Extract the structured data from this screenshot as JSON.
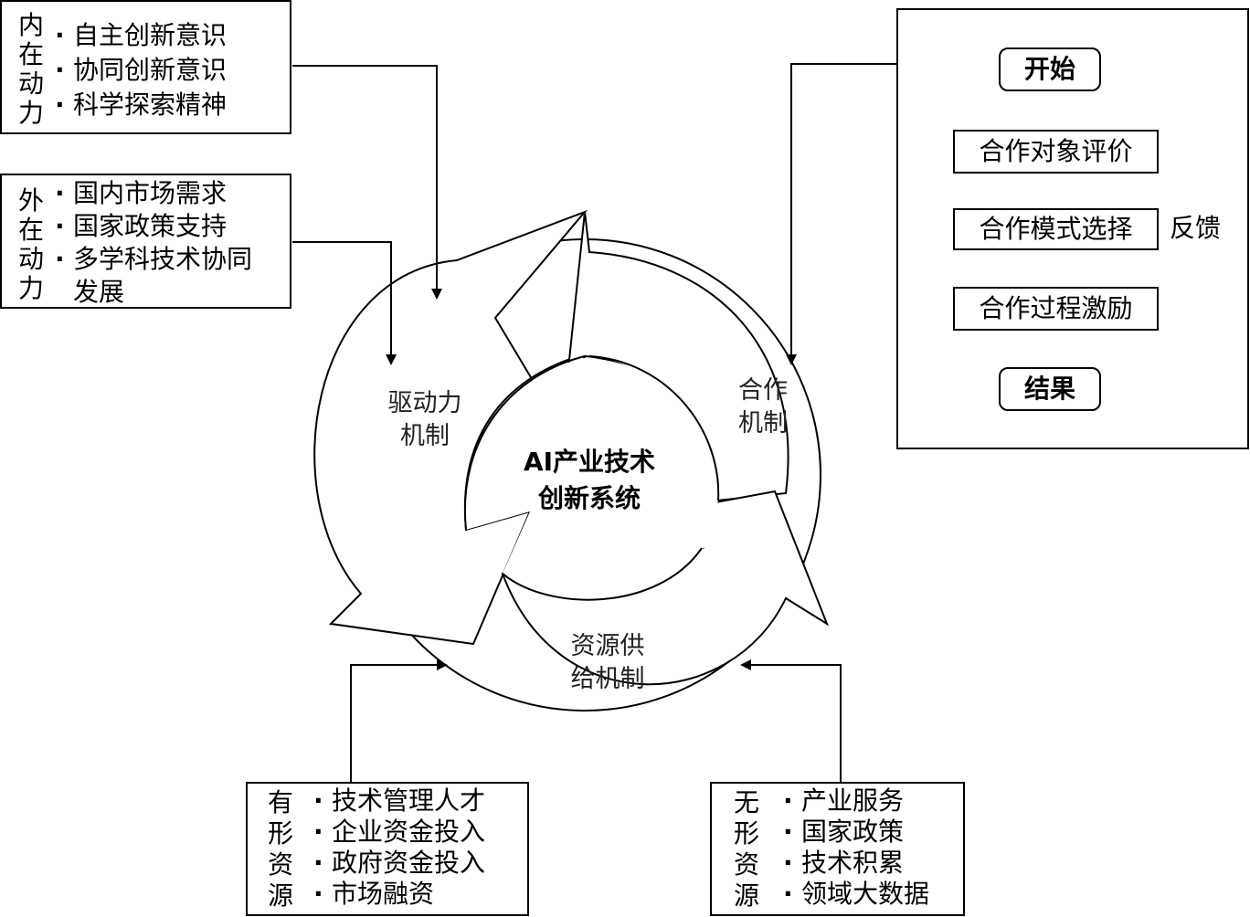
{
  "internal": {
    "label": [
      "内",
      "在",
      "动",
      "力"
    ],
    "items": [
      "自主创新意识",
      "协同创新意识",
      "科学探索精神"
    ]
  },
  "external": {
    "label": [
      "外",
      "在",
      "动",
      "力"
    ],
    "items": [
      "国内市场需求",
      "国家政策支持",
      "多学科技术协同",
      "发展"
    ]
  },
  "tangible": {
    "label": [
      "有",
      "形",
      "资",
      "源"
    ],
    "items": [
      "技术管理人才",
      "企业资金投入",
      "政府资金投入",
      "市场融资"
    ]
  },
  "intangible": {
    "label": [
      "无",
      "形",
      "资",
      "源"
    ],
    "items": [
      "产业服务",
      "国家政策",
      "技术积累",
      "领域大数据"
    ]
  },
  "cycle": {
    "center": [
      "AI产业技术",
      "创新系统"
    ],
    "drive": [
      "驱动力",
      "机制"
    ],
    "coop": [
      "合作",
      "机制"
    ],
    "supply": [
      "资源供",
      "给机制"
    ]
  },
  "flowchart": {
    "start": "开始",
    "step1": "合作对象评价",
    "step2": "合作模式选择",
    "step3": "合作过程激励",
    "end": "结果",
    "feedback": "反馈"
  }
}
